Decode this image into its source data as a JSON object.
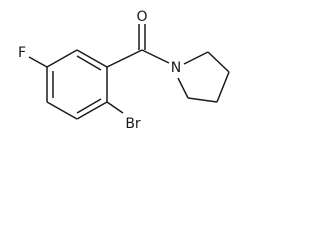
{
  "atoms": {
    "oxygen": "O",
    "nitrogen": "N",
    "fluorine": "F",
    "bromine": "Br"
  }
}
